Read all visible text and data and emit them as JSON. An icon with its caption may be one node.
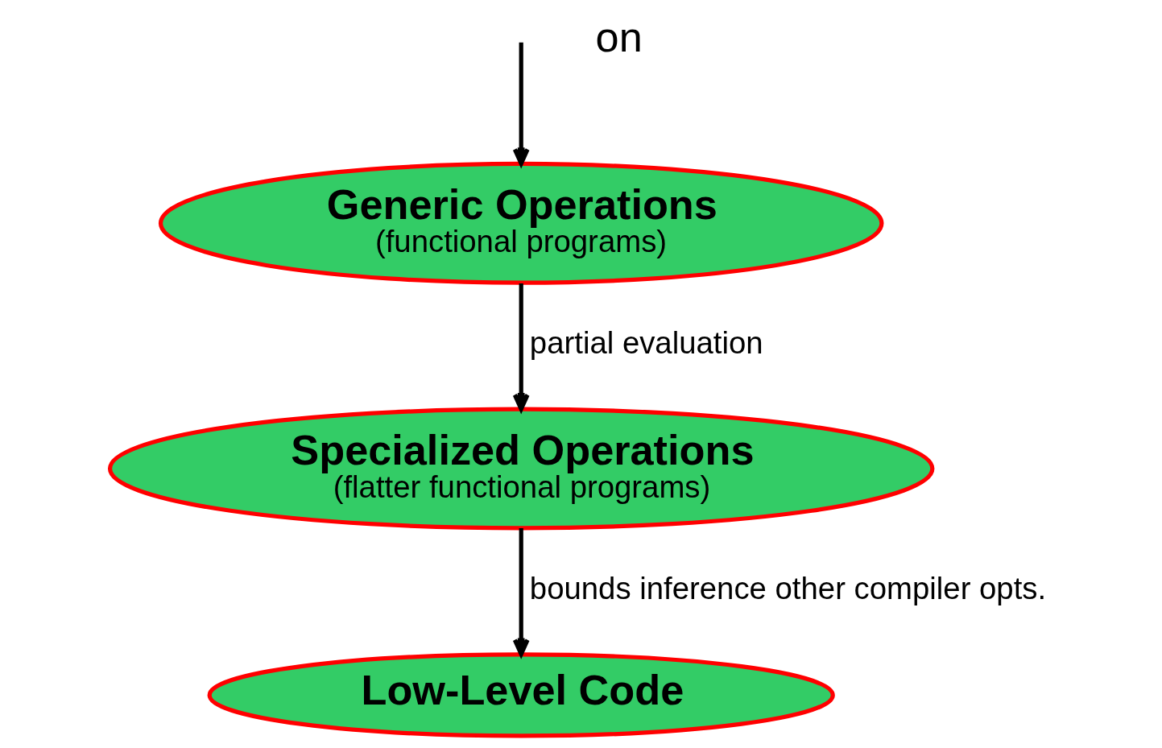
{
  "diagram": {
    "nodes": [
      {
        "text": [
          "Generic Operations",
          "(functional programs)"
        ]
      },
      {
        "text": [
          "Specialized Operations",
          "(flatter functional programs)"
        ]
      },
      {
        "text": [
          "Low-Level Code"
        ]
      }
    ],
    "edges": [
      {
        "from": null,
        "to": 0,
        "arrow": "to"
      },
      {
        "from": 0,
        "to": 1,
        "arrow": "to",
        "label": "partial evaluation"
      },
      {
        "from": 1,
        "to": 2,
        "arrow": "to",
        "label": "bounds inference other compiler opts."
      }
    ],
    "labels": [
      "on"
    ]
  }
}
